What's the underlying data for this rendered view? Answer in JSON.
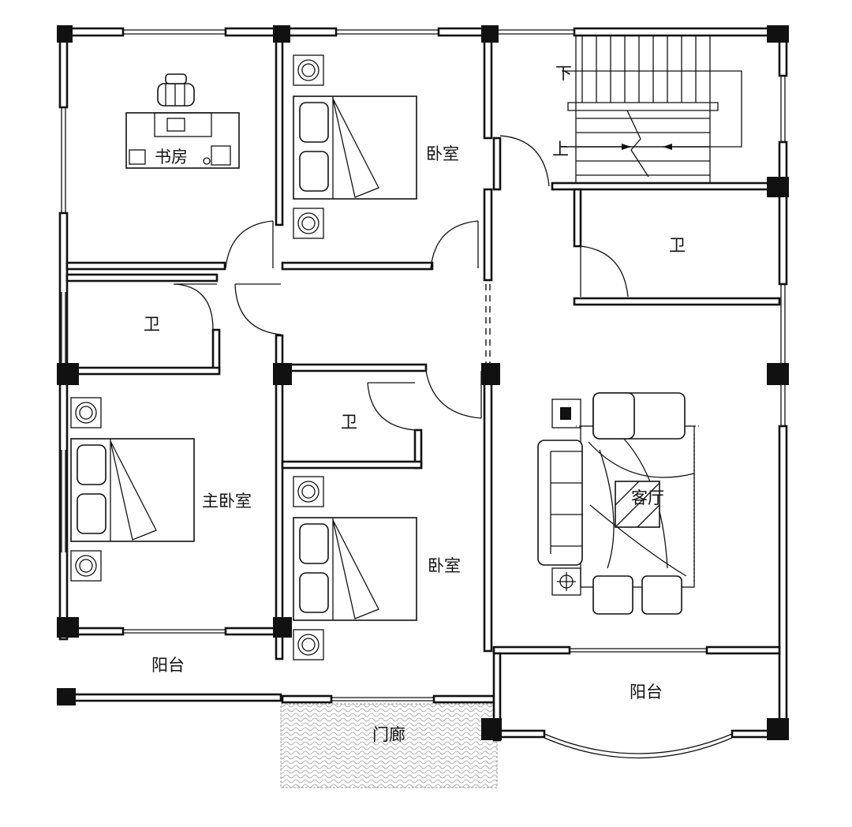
{
  "rooms": {
    "study": "书房",
    "bedroom_north": "卧室",
    "bedroom_south": "卧室",
    "master_bedroom": "主卧室",
    "bath_stair": "卫",
    "bath_west": "卫",
    "bath_center": "卫",
    "living_room": "客厅",
    "balcony_west": "阳台",
    "balcony_east": "阳台",
    "porch": "门廊"
  },
  "stairs": {
    "down": "下",
    "up": "上"
  }
}
